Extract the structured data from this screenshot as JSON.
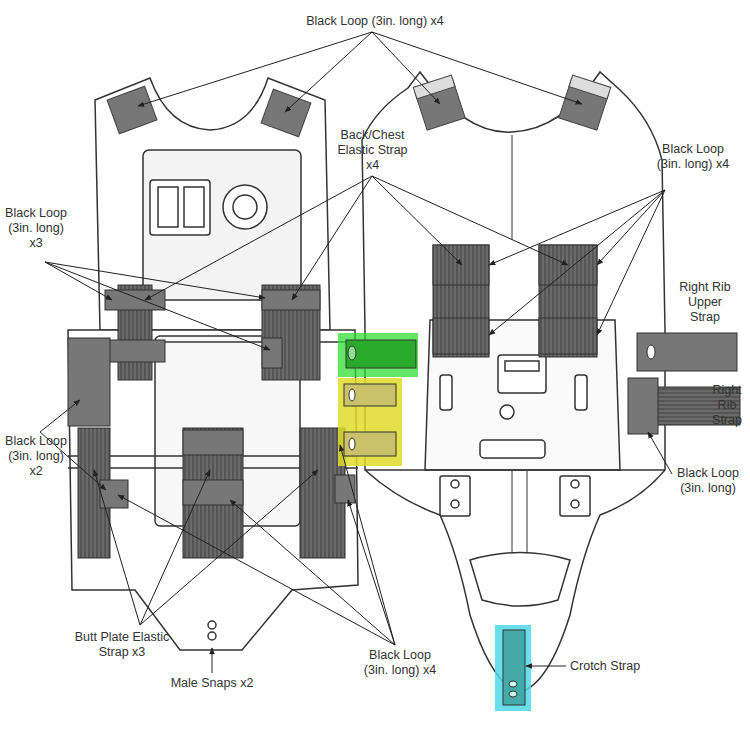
{
  "diagram": {
    "labels": [
      "Black Loop (3in. long) x4",
      "Back/Chest Elastic Strap x4",
      "Black Loop (3in. long) x3",
      "Black Loop (3in. long) x4",
      "Right Rib Upper Strap",
      "Right Rib Strap",
      "Black Loop (3in. long) x2",
      "Black Loop (3in. long)",
      "Butt Plate Elastic Strap x3",
      "Black Loop (3in. long) x4",
      "Crotch Strap",
      "Male Snaps x2"
    ]
  }
}
